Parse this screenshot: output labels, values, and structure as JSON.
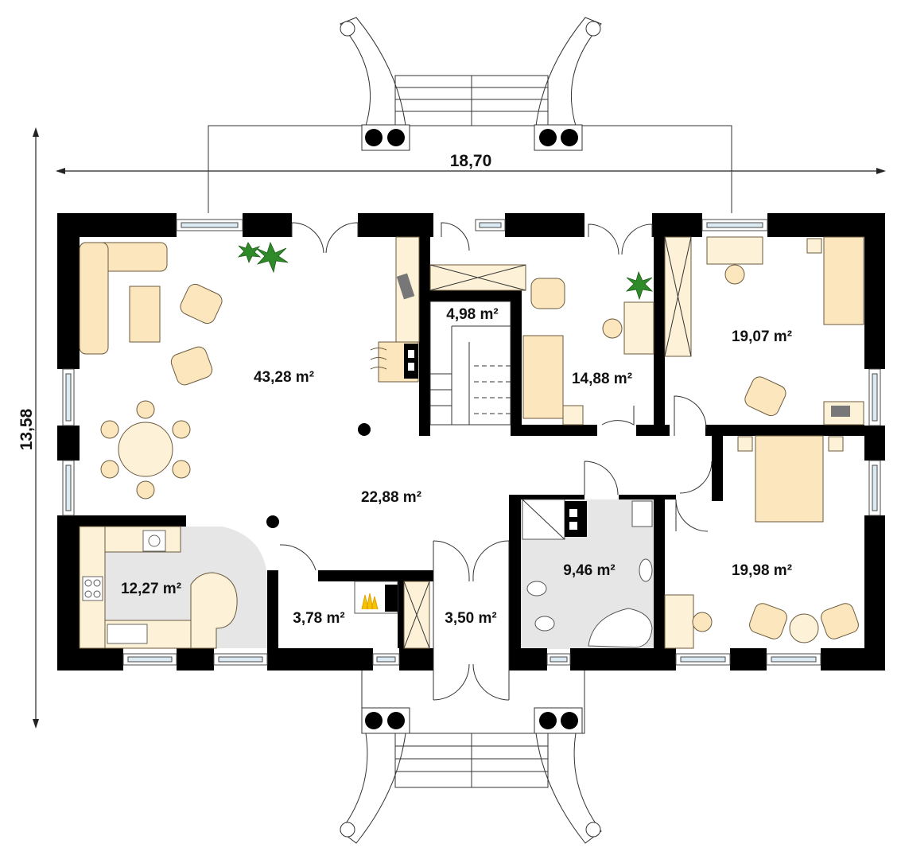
{
  "dimensions": {
    "width_label": "18,70",
    "height_label": "13,58"
  },
  "rooms": {
    "living": {
      "area": "43,28 m²"
    },
    "hall": {
      "area": "22,88 m²"
    },
    "kitchen": {
      "area": "12,27 m²"
    },
    "stair": {
      "area": "4,98 m²"
    },
    "study": {
      "area": "14,88 m²"
    },
    "bedroom_ne": {
      "area": "19,07 m²"
    },
    "bedroom_e": {
      "area": "19,98 m²"
    },
    "bathroom": {
      "area": "9,46 m²"
    },
    "boiler": {
      "area": "3,78 m²"
    },
    "vestibule": {
      "area": "3,50 m²"
    }
  },
  "colors": {
    "wall": "#000000",
    "furniture": "#fbe6bd",
    "tile_floor": "#e6e6e6",
    "plant": "#2f8a2a",
    "window_glass": "#dcebf3"
  }
}
